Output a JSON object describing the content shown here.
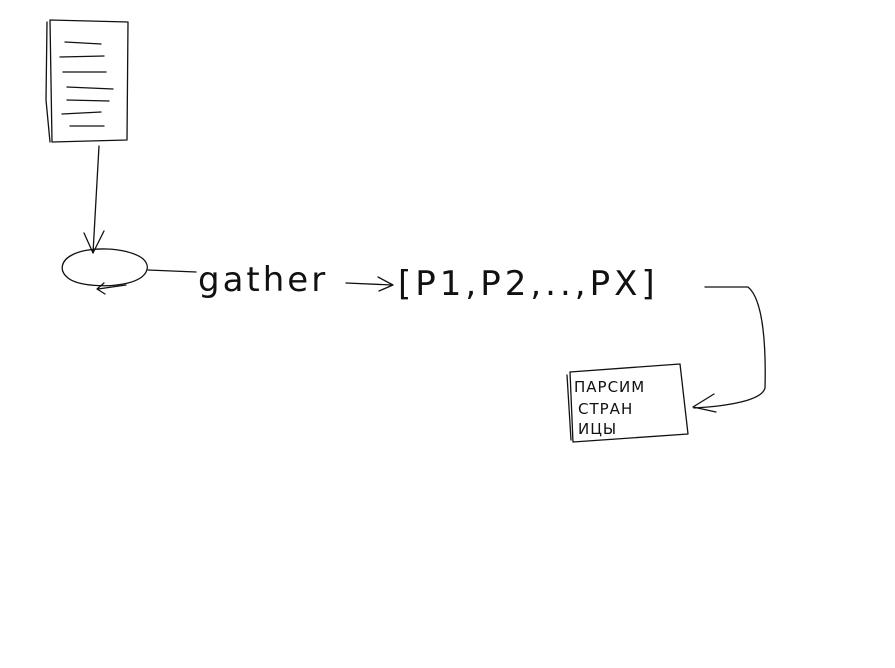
{
  "diagram": {
    "nodes": {
      "document": {
        "icon": "document-icon"
      },
      "gather_node": {
        "icon": "loop-icon"
      },
      "parse_box": {
        "lines": [
          "ПАРСИМ",
          "СТРАН",
          "ИЦЫ"
        ]
      }
    },
    "edges": {
      "gather_label": "gather",
      "pages_list": "[P1,P2,..,PX]"
    }
  }
}
